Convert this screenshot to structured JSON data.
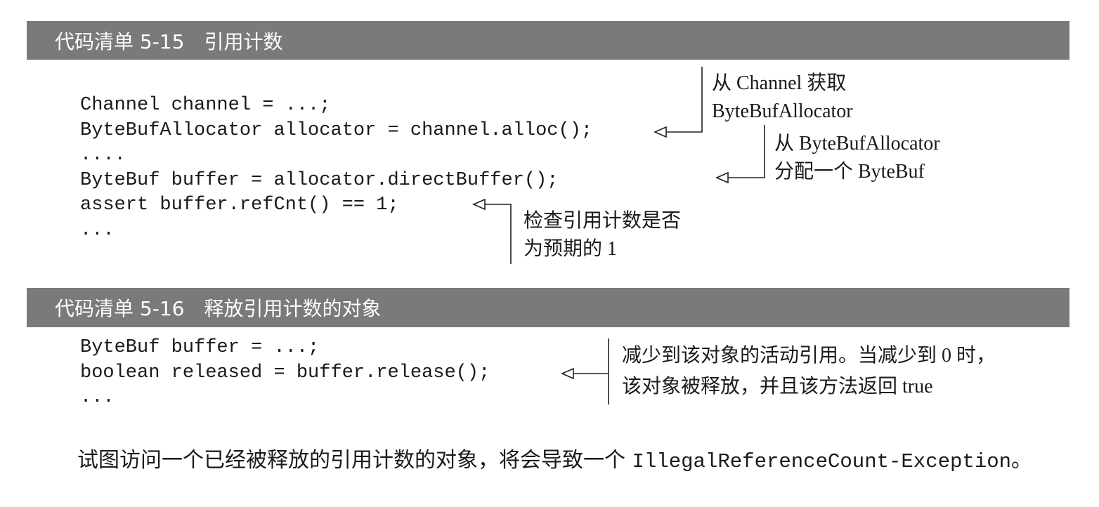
{
  "listing_5_15": {
    "title": "代码清单 5-15　引用计数",
    "code": [
      "Channel channel = ...;",
      "ByteBufAllocator allocator = channel.alloc();",
      "....",
      "ByteBuf buffer = allocator.directBuffer();",
      "assert buffer.refCnt() == 1;",
      "..."
    ],
    "annotations": [
      [
        "从 Channel 获取",
        "ByteBufAllocator"
      ],
      [
        "从 ByteBufAllocator",
        "分配一个 ByteBuf"
      ],
      [
        "检查引用计数是否",
        "为预期的 1"
      ]
    ]
  },
  "listing_5_16": {
    "title": "代码清单 5-16　释放引用计数的对象",
    "code": [
      "ByteBuf buffer = ...;",
      "boolean released = buffer.release();",
      "..."
    ],
    "annotations": [
      [
        "减少到该对象的活动引用。当减少到 0 时，",
        "该对象被释放，并且该方法返回 true"
      ]
    ]
  },
  "paragraph": {
    "text_before": "试图访问一个已经被释放的引用计数的对象，将会导致一个 ",
    "code": "IllegalReferenceCount-Exception",
    "text_after": "。"
  }
}
